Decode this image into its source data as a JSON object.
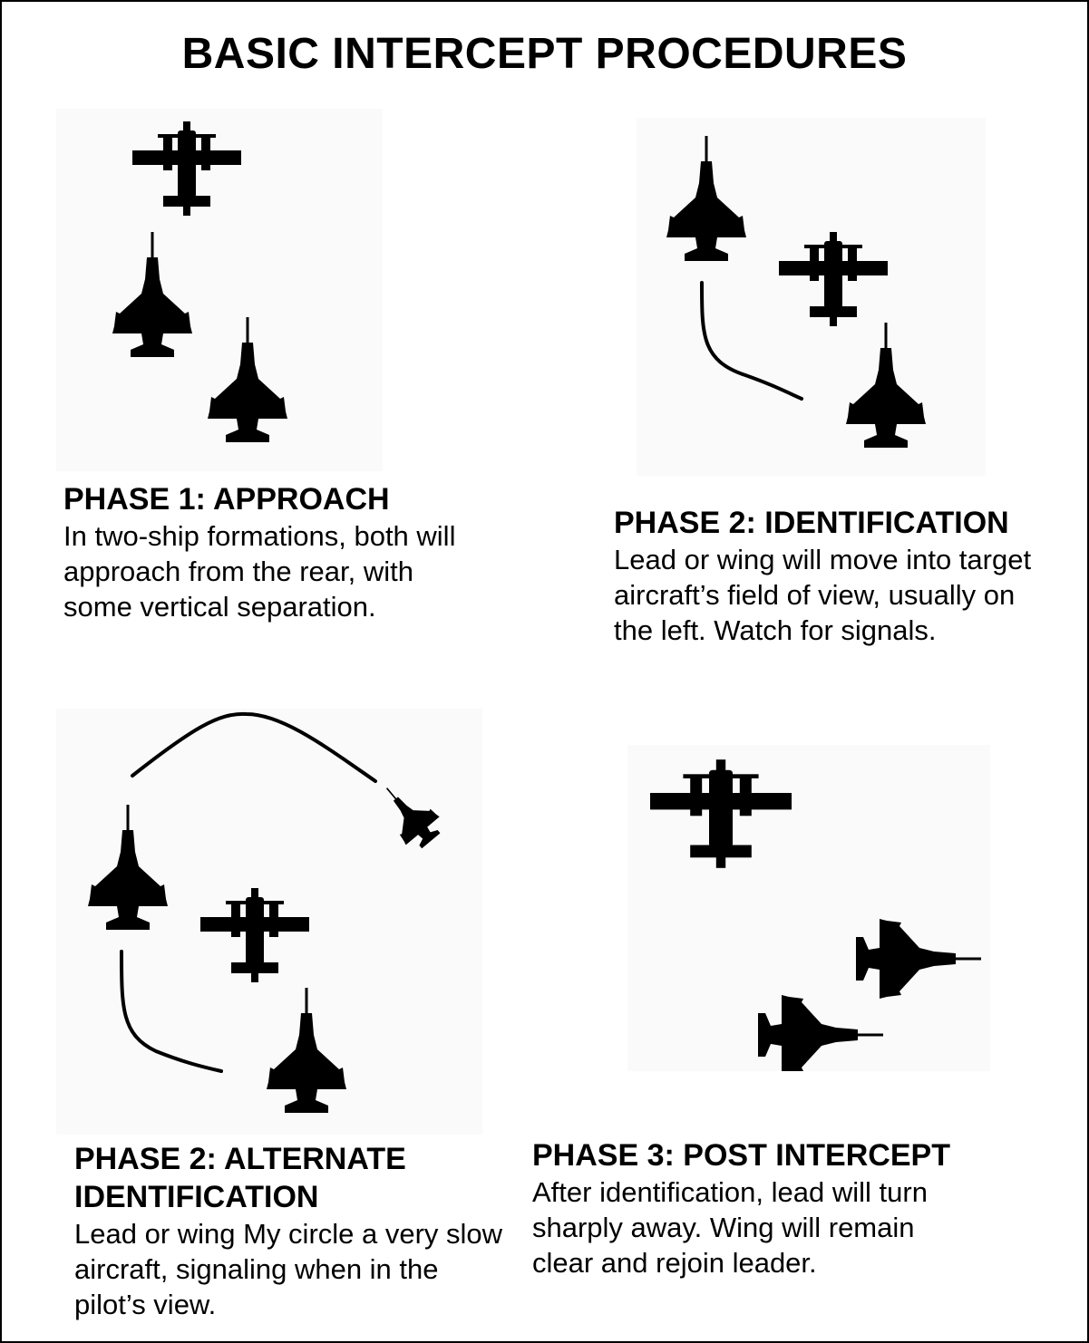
{
  "title": "BASIC INTERCEPT PROCEDURES",
  "colors": {
    "ink": "#000000",
    "panel_bg": "#fafafa",
    "page_bg": "#ffffff"
  },
  "icons": [
    "transport-plane-icon",
    "fighter-jet-icon"
  ],
  "phases": [
    {
      "heading": "PHASE 1: APPROACH",
      "text": "In two-ship formations, both will approach from the rear, with some vertical separation."
    },
    {
      "heading": "PHASE 2: IDENTIFICATION",
      "text": "Lead or wing will move into target aircraft’s field of view, usually on the left. Watch for signals."
    },
    {
      "heading_line1": "PHASE 2: ALTERNATE",
      "heading_line2": "IDENTIFICATION",
      "text": "Lead or wing My circle a very slow aircraft, signaling when in the pilot’s view."
    },
    {
      "heading": "PHASE 3: POST INTERCEPT",
      "text": "After identification, lead will turn sharply away. Wing will remain clear and rejoin leader."
    }
  ]
}
